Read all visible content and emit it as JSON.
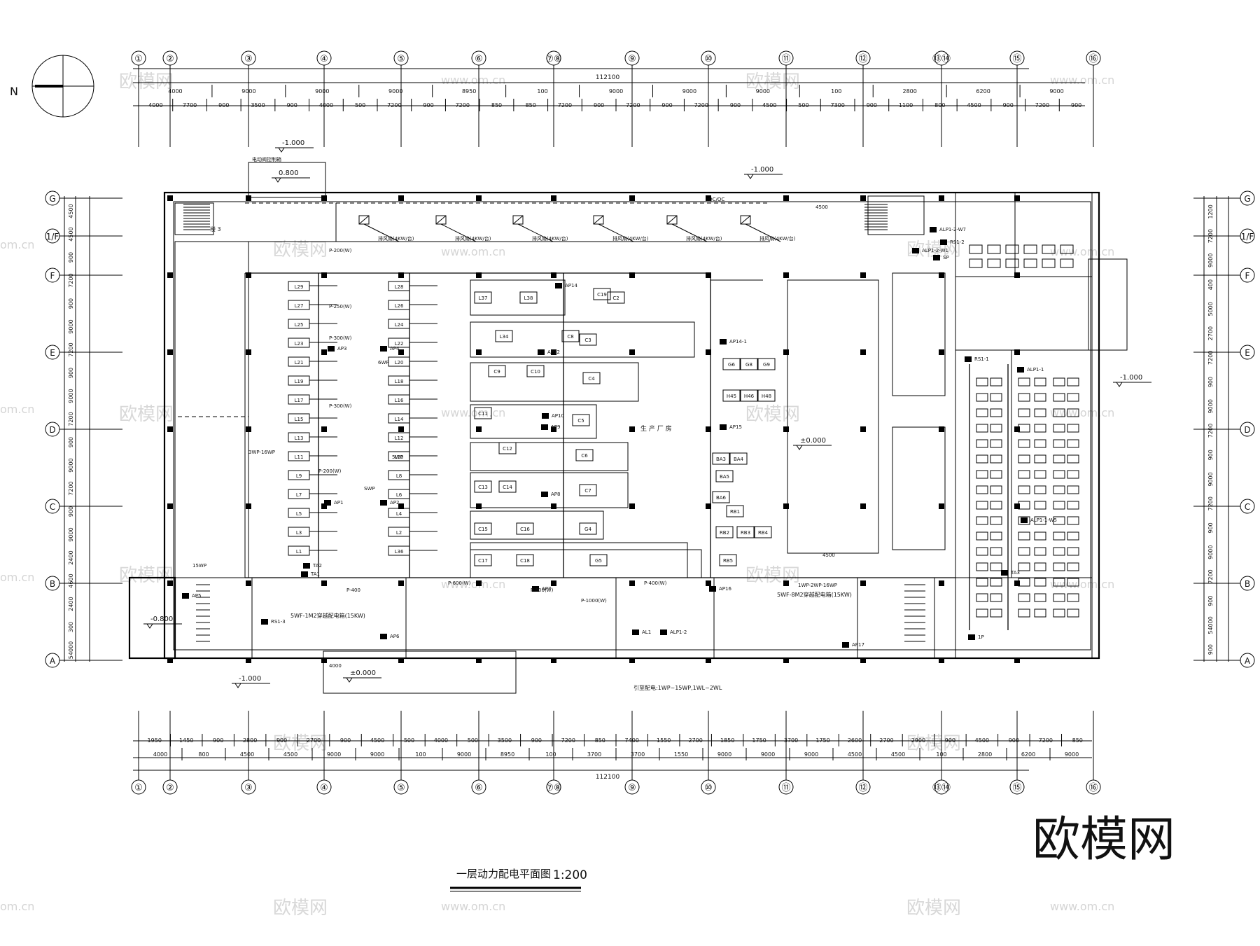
{
  "compass": {
    "north_label": "N"
  },
  "axes_columns": [
    "①",
    "②",
    "③",
    "④",
    "⑤",
    "⑥",
    "⑦⑧",
    "⑨",
    "⑩",
    "⑪",
    "⑫",
    "⑬⑭",
    "⑮",
    "⑯"
  ],
  "axes_rows": [
    "G",
    "1/F",
    "F",
    "E",
    "D",
    "C",
    "B",
    "A"
  ],
  "top_dims": {
    "total": "112100",
    "row1": [
      "4000",
      "9000",
      "9000",
      "9000",
      "8950",
      "100",
      "9000",
      "9000",
      "9000",
      "100",
      "2800",
      "6200",
      "9000"
    ],
    "row2": [
      "4000",
      "7700",
      "900",
      "3500",
      "900",
      "4000",
      "500",
      "7200",
      "900",
      "7200",
      "850",
      "850",
      "7200",
      "900",
      "7200",
      "900",
      "7200",
      "900",
      "4500",
      "500",
      "7300",
      "900",
      "1100",
      "800",
      "4500",
      "900",
      "7200",
      "900"
    ]
  },
  "bottom_dims": {
    "total": "112100",
    "row1": [
      "1950",
      "1450",
      "900",
      "2800",
      "900",
      "2700",
      "900",
      "4500",
      "500",
      "4000",
      "500",
      "3500",
      "900",
      "7200",
      "850",
      "7400",
      "1550",
      "2700",
      "1850",
      "1750",
      "3700",
      "1750",
      "2600",
      "2700",
      "2900",
      "900",
      "4500",
      "900",
      "7200",
      "850"
    ],
    "row2": [
      "4000",
      "800",
      "4500",
      "4500",
      "9000",
      "9000",
      "100",
      "9000",
      "8950",
      "100",
      "3700",
      "3700",
      "1550",
      "9000",
      "9000",
      "9000",
      "4500",
      "4500",
      "100",
      "2800",
      "6200",
      "9000"
    ]
  },
  "left_dims": [
    "4500",
    "4500",
    "900",
    "7200",
    "900",
    "9000",
    "7200",
    "900",
    "9000",
    "7200",
    "900",
    "9000",
    "7200",
    "900",
    "9000",
    "2400",
    "4600",
    "2400",
    "300",
    "54000"
  ],
  "right_dims": [
    "1200",
    "7200",
    "9000",
    "400",
    "5000",
    "2700",
    "7200",
    "900",
    "9000",
    "7200",
    "900",
    "9000",
    "7200",
    "900",
    "9000",
    "7200",
    "900",
    "54000",
    "900"
  ],
  "level_marks": [
    "-1.000",
    "-1.000",
    "-1.000",
    "-1.000",
    "±0.000",
    "±0.000",
    "-0.800",
    "0.800"
  ],
  "panels": [
    "AP1",
    "AP2",
    "AP3",
    "AP4",
    "AP5",
    "AP6",
    "AP7",
    "AP8",
    "AP9",
    "AP10",
    "AP12",
    "AP14",
    "AP14-1",
    "AP15",
    "AP16",
    "AP17",
    "AL1",
    "ALP1-2",
    "ALP1-1",
    "ALP1-2-W7",
    "ALP1-2-W1",
    "ALP1-1-W5",
    "RS1-1",
    "RS1-2",
    "RS1-3",
    "TA1",
    "TA2",
    "TA3",
    "SP",
    "1P"
  ],
  "cables": [
    "P-200(W)",
    "P-250(W)",
    "P-300(W)",
    "P-400",
    "P-600(W)",
    "P-800(W)",
    "P-1000(W)",
    "P-200(W)",
    "P-300(W)",
    "P-400(W)",
    "1WP-2WP-16WP",
    "3WP-16WP",
    "6WP",
    "5WP",
    "SWP",
    "15WP",
    "IQC/QC",
    "4500",
    "4500",
    "4000"
  ],
  "machines": [
    "L29",
    "L28",
    "L27",
    "L26",
    "L25",
    "L24",
    "L23",
    "L22",
    "L21",
    "L20",
    "L19",
    "L18",
    "L17",
    "L16",
    "L15",
    "L14",
    "L13",
    "L12",
    "L11",
    "L10",
    "L9",
    "L8",
    "L7",
    "L6",
    "L5",
    "L4",
    "L3",
    "L2",
    "L1",
    "L36",
    "L37",
    "L38",
    "L34",
    "C8",
    "C9",
    "C10",
    "C11",
    "C12",
    "C13",
    "C14",
    "C15",
    "C16",
    "C17",
    "C18",
    "C19",
    "C2",
    "C3",
    "C4",
    "C5",
    "C6",
    "C7",
    "G4",
    "G5",
    "G6",
    "G8",
    "G9",
    "H45",
    "H46",
    "H48",
    "BA3",
    "BA4",
    "BA5",
    "BA6",
    "RB1",
    "RB2",
    "RB3",
    "RB4",
    "RB5"
  ],
  "fan_labels": [
    "排风扇(4KW/台)",
    "排风扇(4KW/台)",
    "排风扇(4KW/台)",
    "排风扇(4KW/台)",
    "排风扇(4KW/台)",
    "排风扇(4KW/台)"
  ],
  "notes": {
    "ups_1": "5WF-1M2穿越配电箱(15KW)",
    "ups_2": "5WF-8M2穿越配电箱(15KW)",
    "fire_panel": "电动阀控制箱",
    "riser": "引至配电:1WP~15WP,1WL~2WL",
    "factory": "生 产 厂 房",
    "stair": "楼 3"
  },
  "title": "一层动力配电平面图",
  "scale": "1:200",
  "brand": "欧模网",
  "watermark_text": "欧模网",
  "watermark_url": "www.om.cn",
  "watermark_cn": "om.cn"
}
